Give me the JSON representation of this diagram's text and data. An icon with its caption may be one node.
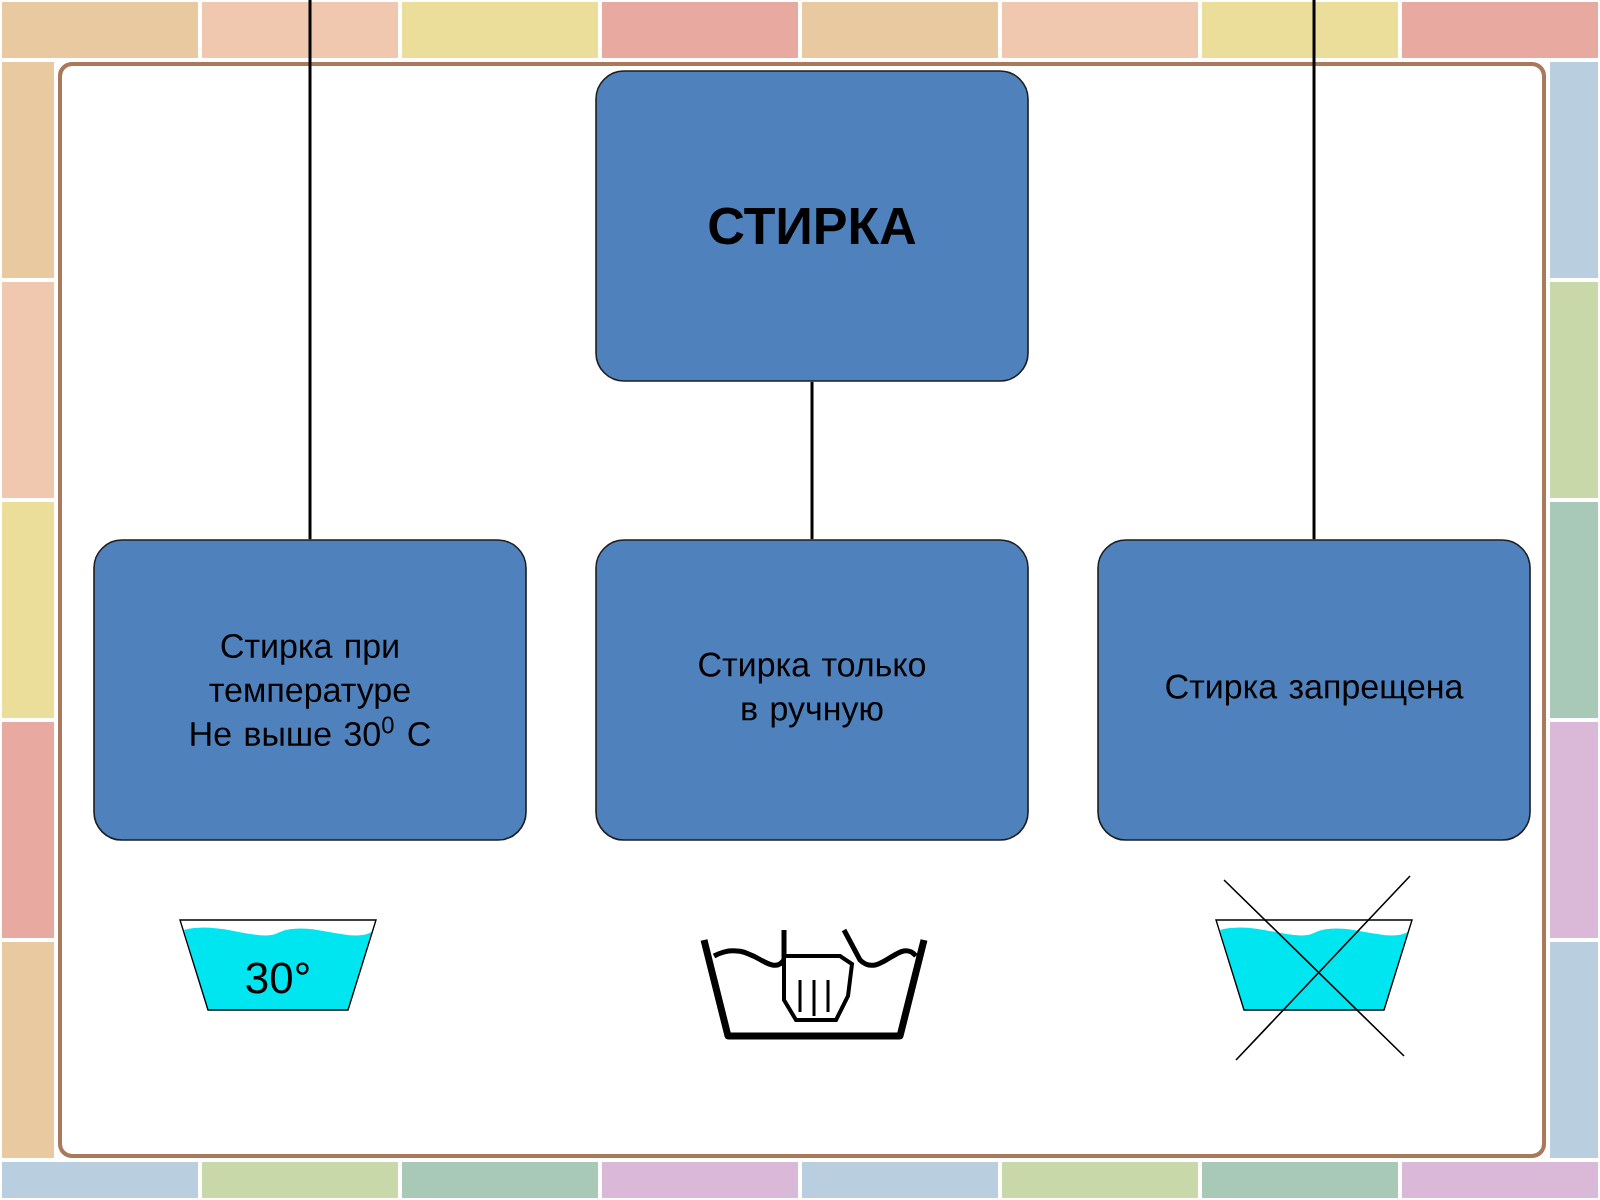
{
  "diagram": {
    "nodes": [
      {
        "text": [
          "СТИРКА"
        ]
      },
      {
        "text": [
          "Стирка при температуре Не выше 30$^{0}$ С"
        ]
      },
      {
        "text": [
          "Стирка только в ручную"
        ]
      },
      {
        "text": [
          "Стирка запрещена"
        ]
      }
    ],
    "edges": [
      {
        "from": null,
        "to": 1,
        "arrow": "none"
      },
      {
        "from": 0,
        "to": 2,
        "arrow": "none"
      },
      {
        "from": null,
        "to": 3,
        "arrow": "none"
      }
    ],
    "labels": [
      "30°"
    ]
  }
}
